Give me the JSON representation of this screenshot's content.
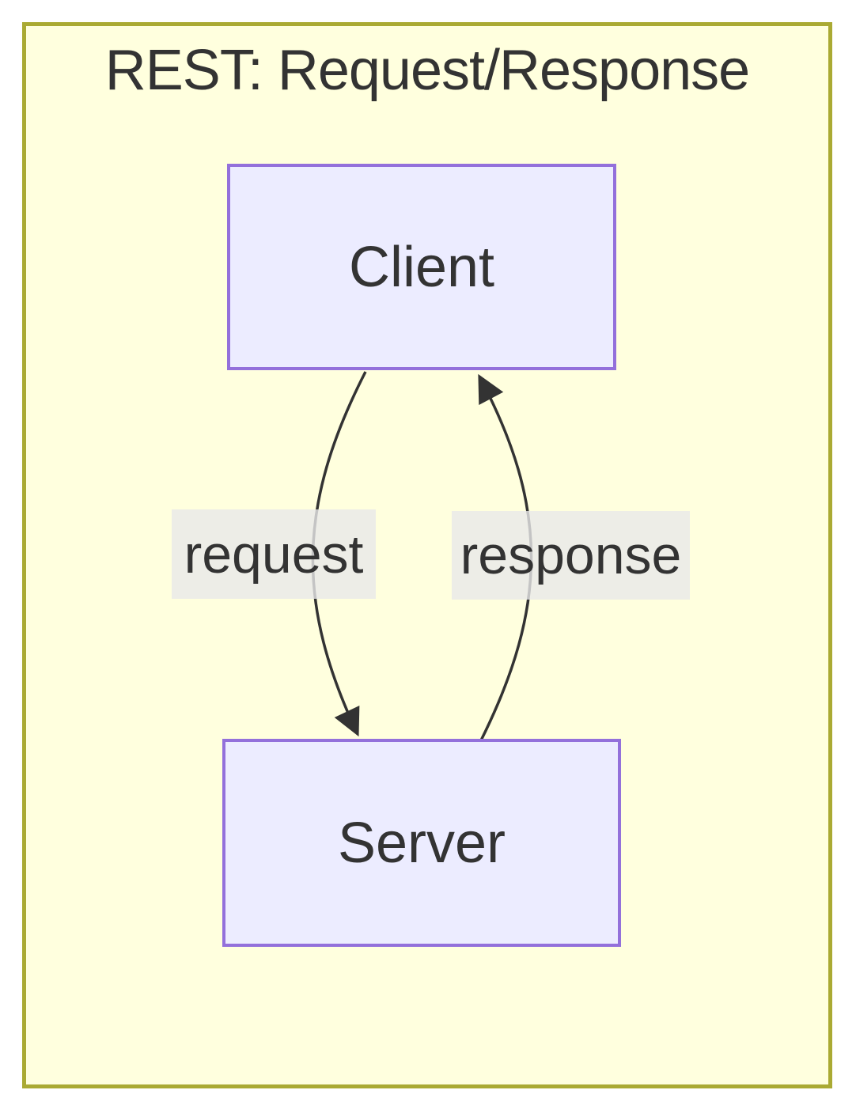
{
  "diagram": {
    "title": "REST: Request/Response",
    "type": "flowchart",
    "nodes": [
      {
        "id": "client",
        "label": "Client"
      },
      {
        "id": "server",
        "label": "Server"
      }
    ],
    "edges": [
      {
        "from": "Client",
        "to": "Server",
        "label": "request",
        "direction": "down"
      },
      {
        "from": "Server",
        "to": "Client",
        "label": "response",
        "direction": "up"
      }
    ],
    "colors": {
      "panel_background": "#ffffde",
      "panel_border": "#aaaa33",
      "node_background": "#ECECFF",
      "node_border": "#9370DB",
      "text": "#333333",
      "edge": "#333333",
      "edge_label_background": "#e8e8e8"
    }
  }
}
